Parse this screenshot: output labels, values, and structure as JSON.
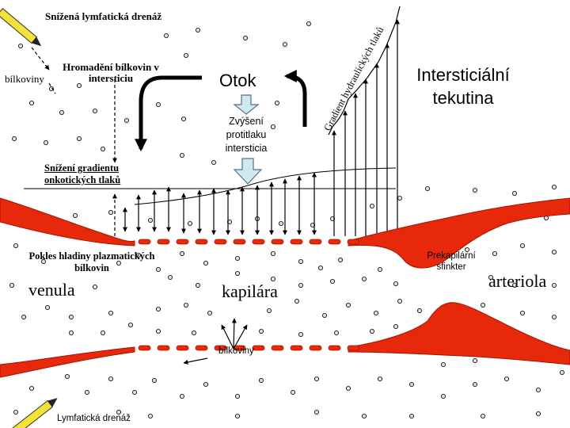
{
  "labels": {
    "lymph_top": "Snížená lymfatická drenáž",
    "protein_accum": "Hromadění bílkovin v intersticiu",
    "proteins_left": "bílkoviny",
    "otok": "Otok",
    "gradient_hydro": "Gradient hydraulických tlaků",
    "interstitial_fluid": "Intersticiální tekutina",
    "pressure_increase": "Zvýšení protitlaku intersticia",
    "oncotic_gradient_drop": "Snížení gradientu onkotických tlaků",
    "plasma_protein_drop": "Pokles hladiny plazmatických bílkovin",
    "venula": "venula",
    "kapilara": "kapilára",
    "precap_sphincter": "Prekapilární sfinkter",
    "arteriola": "arteriola",
    "proteins_bottom": "bílkoviny",
    "lymph_bottom": "Lymfatická drenáž"
  },
  "colors": {
    "vessel": "#e8280a",
    "vessel_edge": "#a01500",
    "arrow_fill": "#cfe9f0",
    "arrow_stroke": "#5a6e8a",
    "dot_fill": "#e0e0e0",
    "pencil_yellow": "#f2e23a"
  }
}
